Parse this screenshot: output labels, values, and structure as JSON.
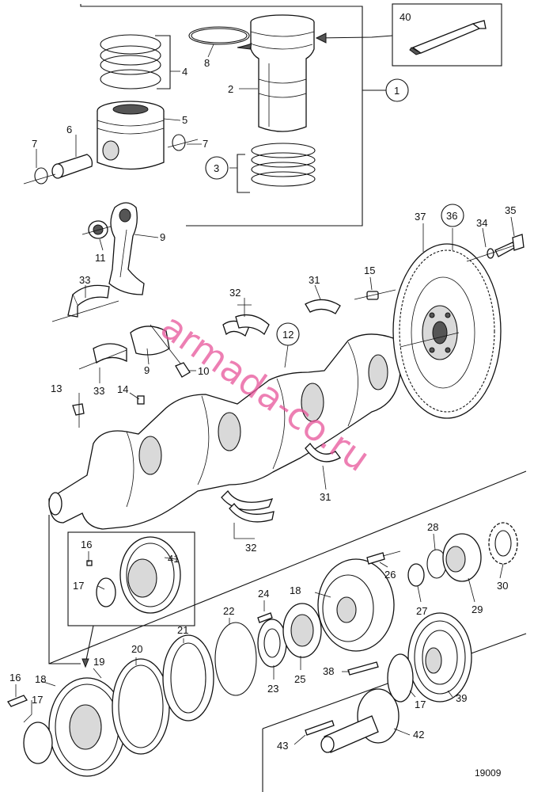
{
  "diagram": {
    "drawing_number": "19009",
    "watermark": "armada-co.ru",
    "callouts": [
      {
        "id": "c40",
        "label": "40"
      },
      {
        "id": "c1",
        "label": "1",
        "circled": true
      },
      {
        "id": "c2",
        "label": "2"
      },
      {
        "id": "c3",
        "label": "3",
        "circled": true
      },
      {
        "id": "c4",
        "label": "4"
      },
      {
        "id": "c5",
        "label": "5"
      },
      {
        "id": "c6",
        "label": "6"
      },
      {
        "id": "c7a",
        "label": "7"
      },
      {
        "id": "c7b",
        "label": "7"
      },
      {
        "id": "c8",
        "label": "8"
      },
      {
        "id": "c9a",
        "label": "9"
      },
      {
        "id": "c9b",
        "label": "9"
      },
      {
        "id": "c10",
        "label": "10"
      },
      {
        "id": "c11",
        "label": "11"
      },
      {
        "id": "c12",
        "label": "12",
        "circled": true
      },
      {
        "id": "c13",
        "label": "13"
      },
      {
        "id": "c14",
        "label": "14"
      },
      {
        "id": "c15",
        "label": "15"
      },
      {
        "id": "c16a",
        "label": "16"
      },
      {
        "id": "c16b",
        "label": "16"
      },
      {
        "id": "c17a",
        "label": "17"
      },
      {
        "id": "c17b",
        "label": "17"
      },
      {
        "id": "c17c",
        "label": "17"
      },
      {
        "id": "c18a",
        "label": "18"
      },
      {
        "id": "c18b",
        "label": "18"
      },
      {
        "id": "c19",
        "label": "19"
      },
      {
        "id": "c20",
        "label": "20"
      },
      {
        "id": "c21",
        "label": "21"
      },
      {
        "id": "c22",
        "label": "22"
      },
      {
        "id": "c23",
        "label": "23"
      },
      {
        "id": "c24",
        "label": "24"
      },
      {
        "id": "c25",
        "label": "25"
      },
      {
        "id": "c26",
        "label": "26"
      },
      {
        "id": "c27",
        "label": "27"
      },
      {
        "id": "c28",
        "label": "28"
      },
      {
        "id": "c29",
        "label": "29"
      },
      {
        "id": "c30",
        "label": "30"
      },
      {
        "id": "c31a",
        "label": "31"
      },
      {
        "id": "c31b",
        "label": "31"
      },
      {
        "id": "c32a",
        "label": "32"
      },
      {
        "id": "c32b",
        "label": "32"
      },
      {
        "id": "c33a",
        "label": "33"
      },
      {
        "id": "c33b",
        "label": "33"
      },
      {
        "id": "c34",
        "label": "34"
      },
      {
        "id": "c35",
        "label": "35"
      },
      {
        "id": "c36",
        "label": "36",
        "circled": true
      },
      {
        "id": "c37",
        "label": "37"
      },
      {
        "id": "c38",
        "label": "38"
      },
      {
        "id": "c39",
        "label": "39"
      },
      {
        "id": "c41",
        "label": "41"
      },
      {
        "id": "c42",
        "label": "42"
      },
      {
        "id": "c43",
        "label": "43"
      }
    ]
  }
}
